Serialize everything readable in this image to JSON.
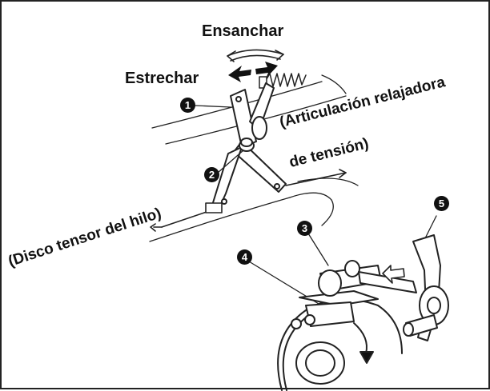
{
  "labels": {
    "widen": "Ensanchar",
    "narrow": "Estrechar",
    "relax_line1": "(Articulación relajadora",
    "relax_line2": "de tensión)",
    "thread_disc": "(Disco tensor del hilo)"
  },
  "callouts": [
    "1",
    "2",
    "3",
    "4",
    "5"
  ],
  "colors": {
    "line": "#222222",
    "fill": "#ffffff",
    "badge": "#111111"
  }
}
